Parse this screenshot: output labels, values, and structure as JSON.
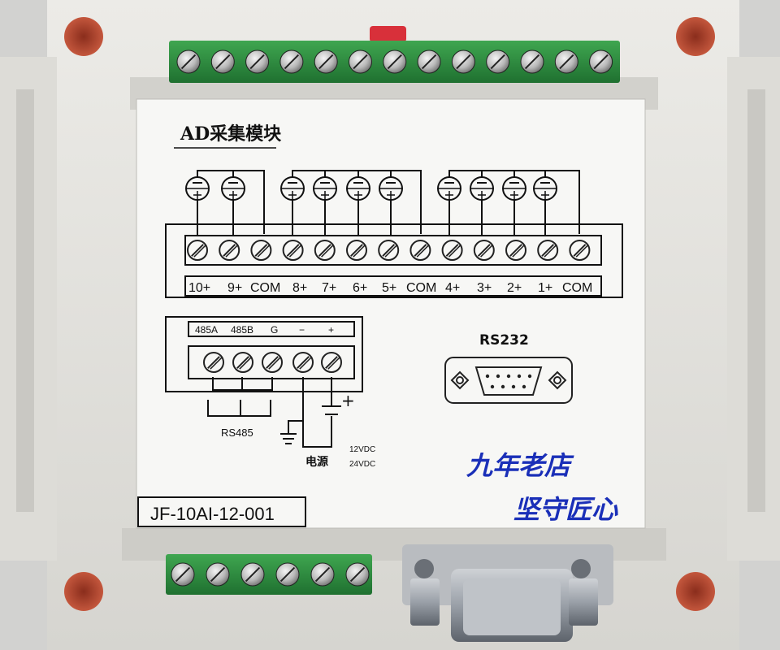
{
  "module_title": "AD采集模块",
  "top_terminal_labels": [
    "10+",
    "9+",
    "COM",
    "8+",
    "7+",
    "6+",
    "5+",
    "COM",
    "4+",
    "3+",
    "2+",
    "1+",
    "COM"
  ],
  "rs485_terminal_labels": [
    "485A",
    "485B",
    "G",
    "−",
    "+"
  ],
  "rs485_label": "RS485",
  "power_label": "电源",
  "power_plus": "+",
  "voltage_options": [
    "12VDC",
    "24VDC"
  ],
  "rs232_label": "RS232",
  "model_number": "JF-10AI-12-001",
  "watermark": {
    "line1": "九年老店",
    "line2": "坚守匠心",
    "color": "#1a2fb8"
  },
  "colors": {
    "terminal_green": "#2f8f3f",
    "case": "#e3e2dd",
    "label_panel": "#f7f7f5",
    "mount_hole": "#b5442e"
  }
}
